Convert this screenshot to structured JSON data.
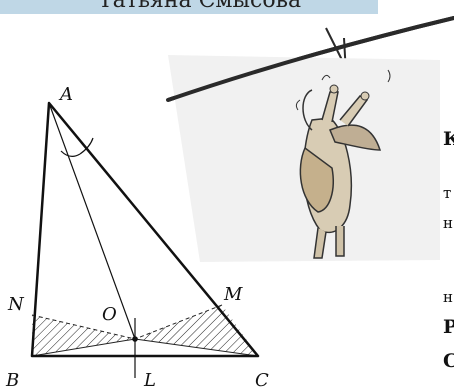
{
  "header": {
    "author": "Татьяна Смысова"
  },
  "figure": {
    "labels": {
      "A": "A",
      "B": "B",
      "C": "C",
      "N": "N",
      "M": "M",
      "O": "O",
      "L": "L"
    }
  },
  "text_fragments": [
    "К",
    "т",
    "н",
    "н",
    "Р",
    "С"
  ]
}
